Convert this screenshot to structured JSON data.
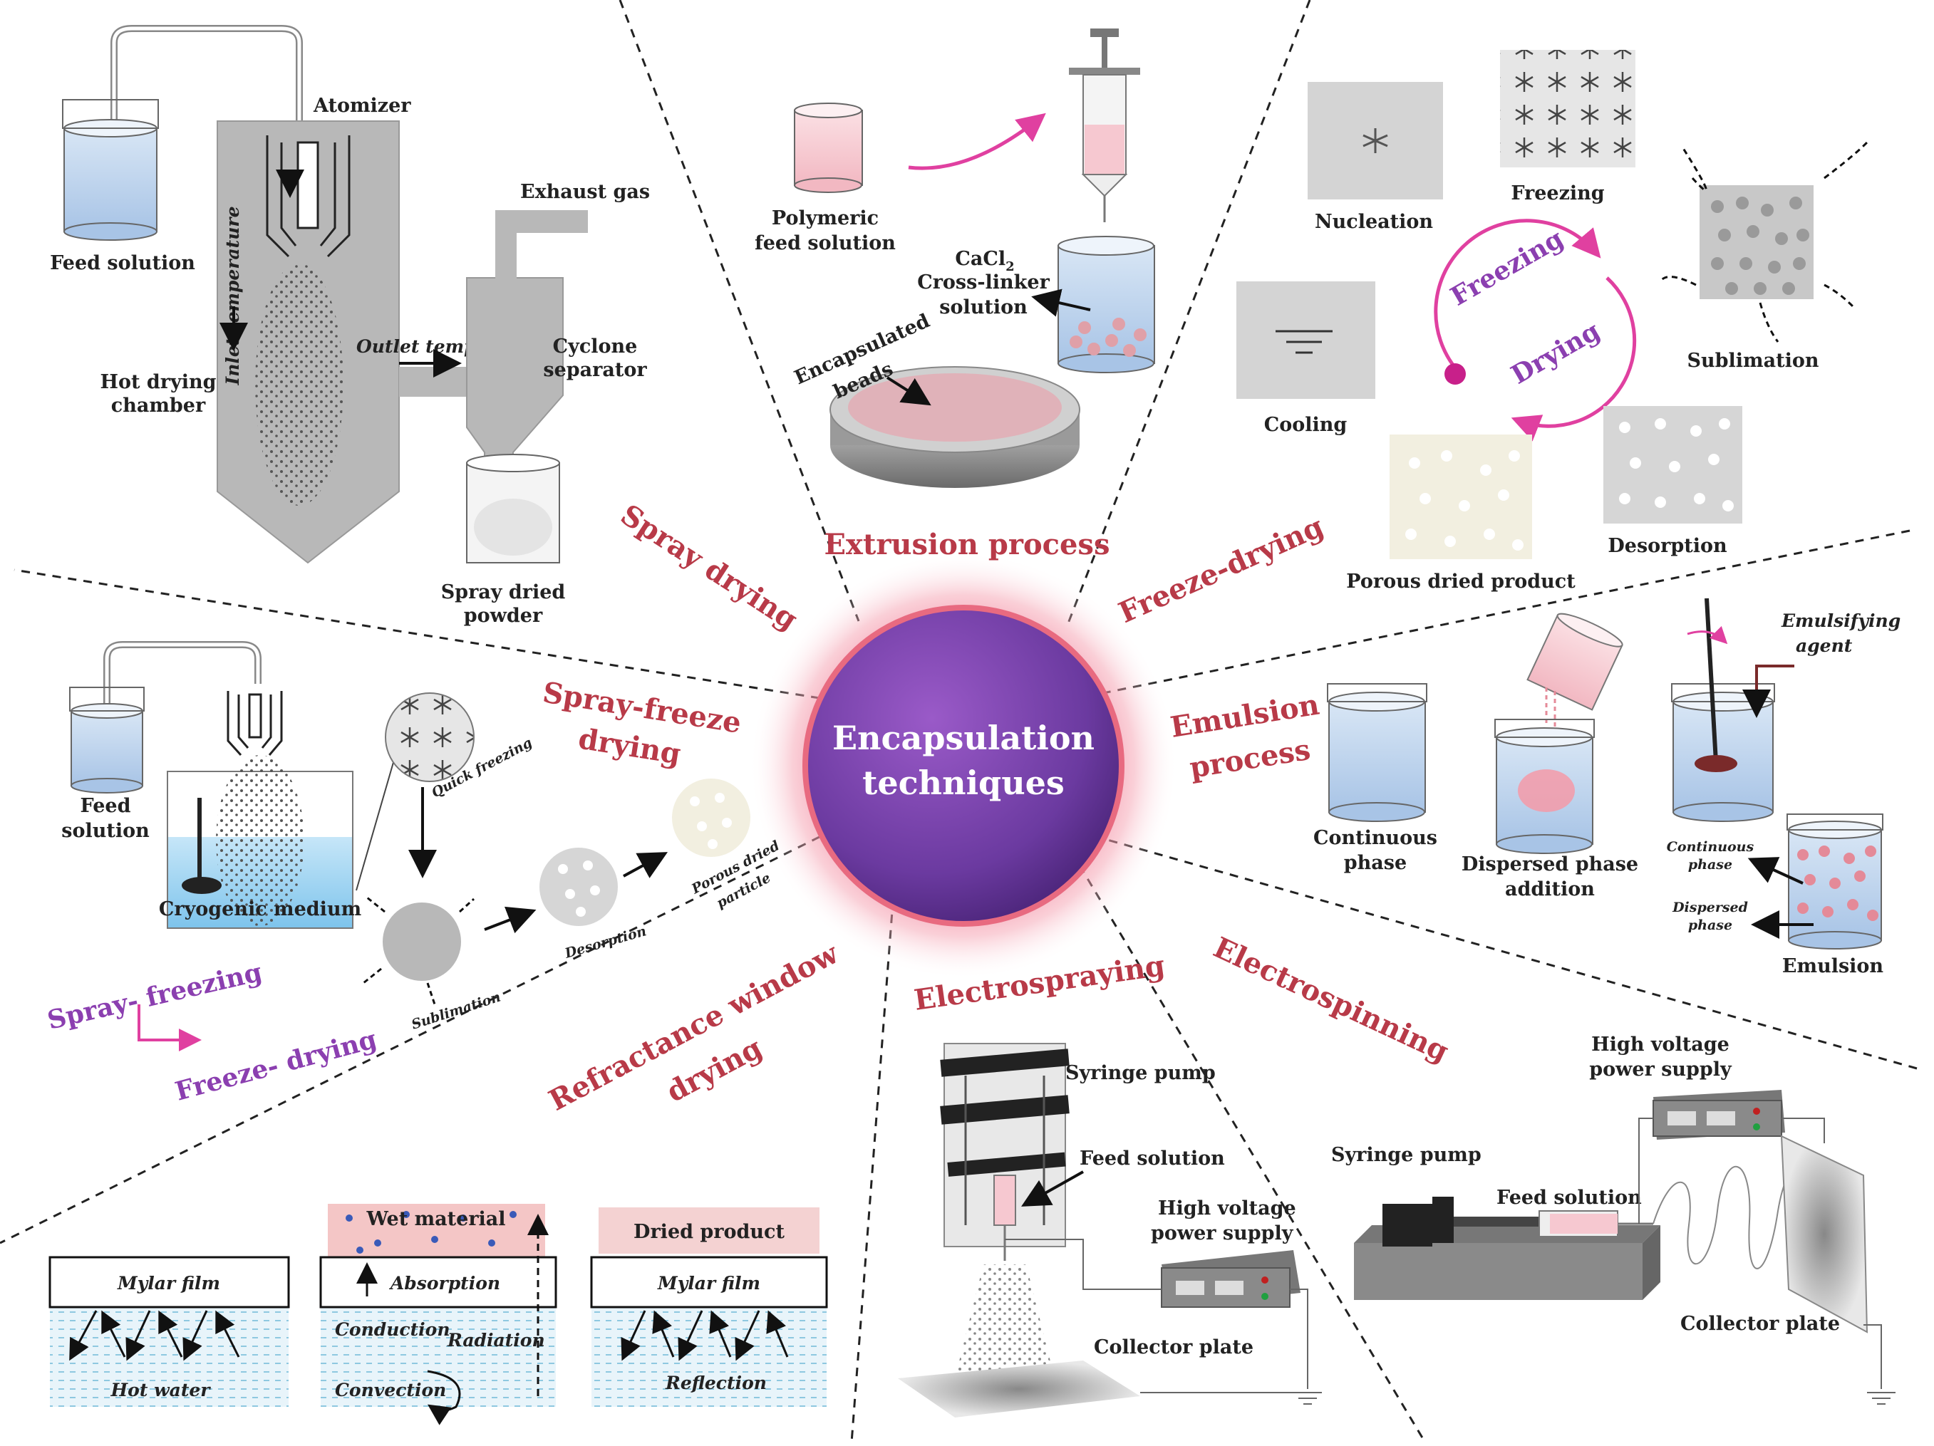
{
  "center": {
    "line1": "Encapsulation",
    "line2": "techniques"
  },
  "colors": {
    "accent_red": "#b83a48",
    "accent_purple": "#8b3fb0",
    "center_fill": "#6b3aa0",
    "pink": "#e040a0"
  },
  "sections": {
    "spray_drying": {
      "title": "Spray drying",
      "atomizer": "Atomizer",
      "feed_solution": "Feed solution",
      "inlet_temperature": "Inlet temperature",
      "exhaust_gas": "Exhaust gas",
      "outlet_temperature": "Outlet temperature",
      "cyclone_l1": "Cyclone",
      "cyclone_l2": "separator",
      "hot_drying_l1": "Hot drying",
      "hot_drying_l2": "chamber",
      "powder_l1": "Spray dried",
      "powder_l2": "powder"
    },
    "extrusion": {
      "title": "Extrusion process",
      "feed_l1": "Polymeric",
      "feed_l2": "feed solution",
      "cacl2": "CaCl",
      "cacl2_sub": "2",
      "crosslinker_l1": "Cross-linker",
      "crosslinker_l2": "solution",
      "beads_l1": "Encapsulated",
      "beads_l2": "beads"
    },
    "freeze_drying": {
      "title": "Freeze-drying",
      "nucleation": "Nucleation",
      "freezing": "Freezing",
      "sublimation": "Sublimation",
      "cooling": "Cooling",
      "cycle_freezing": "Freezing",
      "cycle_drying": "Drying",
      "porous": "Porous dried product",
      "desorption": "Desorption"
    },
    "spray_freeze": {
      "title_l1": "Spray-freeze",
      "title_l2": "drying",
      "feed_l1": "Feed",
      "feed_l2": "solution",
      "cryogenic": "Cryogenic medium",
      "quick_freezing": "Quick freezing",
      "sublimation": "Sublimation",
      "desorption": "Desorption",
      "porous_l1": "Porous dried",
      "porous_l2": "particle",
      "step1": "Spray- freezing",
      "step2": "Freeze- drying"
    },
    "emulsion": {
      "title_l1": "Emulsion",
      "title_l2": "process",
      "emulsifying_l1": "Emulsifying",
      "emulsifying_l2": "agent",
      "continuous_l1": "Continuous",
      "continuous_l2": "phase",
      "dispersed_l1": "Dispersed phase",
      "dispersed_l2": "addition",
      "cont_small_l1": "Continuous",
      "cont_small_l2": "phase",
      "disp_small_l1": "Dispersed",
      "disp_small_l2": "phase",
      "emulsion": "Emulsion"
    },
    "refractance": {
      "title_l1": "Refractance window",
      "title_l2": "drying",
      "mylar1": "Mylar film",
      "hot_water": "Hot water",
      "wet_material": "Wet material",
      "absorption": "Absorption",
      "conduction": "Conduction",
      "radiation": "Radiation",
      "convection": "Convection",
      "dried_product": "Dried product",
      "mylar2": "Mylar film",
      "reflection": "Reflection"
    },
    "electrospraying": {
      "title": "Electrospraying",
      "syringe_pump": "Syringe pump",
      "feed_solution": "Feed solution",
      "hv_l1": "High voltage",
      "hv_l2": "power supply",
      "collector": "Collector plate"
    },
    "electrospinning": {
      "title": "Electrospinning",
      "hv_l1": "High voltage",
      "hv_l2": "power supply",
      "syringe_pump": "Syringe pump",
      "feed_solution": "Feed solution",
      "collector": "Collector plate"
    }
  }
}
